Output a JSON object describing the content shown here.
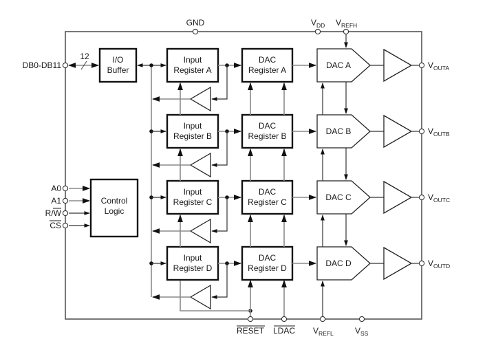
{
  "diagram": {
    "title": "Quad 12-bit DAC functional block diagram",
    "top_pins": {
      "gnd": "GND",
      "vdd_main": "V",
      "vdd_sub": "DD",
      "vrefh_main": "V",
      "vrefh_sub": "REFH"
    },
    "bottom_pins": {
      "reset": "RESET",
      "ldac": "LDAC",
      "vrefl_main": "V",
      "vrefl_sub": "REFL",
      "vss_main": "V",
      "vss_sub": "SS"
    },
    "data_bus": {
      "pin": "DB0-DB11",
      "width": "12"
    },
    "io_buffer": {
      "line1": "I/O",
      "line2": "Buffer"
    },
    "control_logic": {
      "line1": "Control",
      "line2": "Logic",
      "inputs": [
        "A0",
        "A1",
        "R/W",
        "CS"
      ],
      "overbar_inputs": {
        "rw_plain": "R/",
        "rw_bar": "W",
        "cs_bar": "CS"
      }
    },
    "channels": [
      {
        "input_reg": [
          "Input",
          "Register A"
        ],
        "dac_reg": [
          "DAC",
          "Register A"
        ],
        "dac": "DAC A",
        "out_main": "V",
        "out_sub": "OUTA"
      },
      {
        "input_reg": [
          "Input",
          "Register B"
        ],
        "dac_reg": [
          "DAC",
          "Register B"
        ],
        "dac": "DAC B",
        "out_main": "V",
        "out_sub": "OUTB"
      },
      {
        "input_reg": [
          "Input",
          "Register C"
        ],
        "dac_reg": [
          "DAC",
          "Register C"
        ],
        "dac": "DAC C",
        "out_main": "V",
        "out_sub": "OUTC"
      },
      {
        "input_reg": [
          "Input",
          "Register D"
        ],
        "dac_reg": [
          "DAC",
          "Register D"
        ],
        "dac": "DAC D",
        "out_main": "V",
        "out_sub": "OUTD"
      }
    ]
  }
}
